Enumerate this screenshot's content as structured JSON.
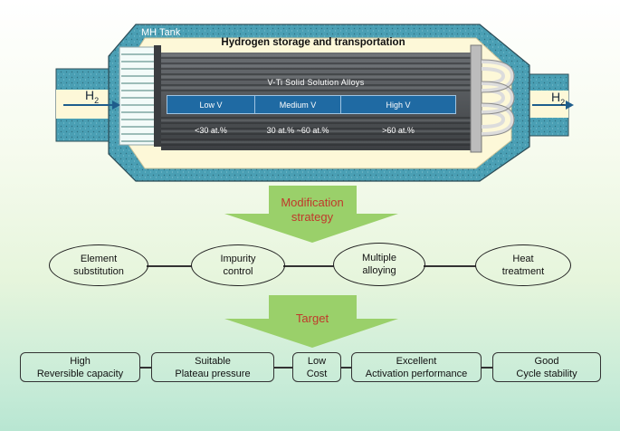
{
  "tank": {
    "label": "MH Tank",
    "title": "Hydrogen storage and transportation",
    "alloy_title": "V-Ti Solid Solution Alloys",
    "bands": [
      {
        "label": "Low V",
        "range": "<30 at.%"
      },
      {
        "label": "Medium V",
        "range": "30 at.% ~60 at.%"
      },
      {
        "label": "High V",
        "range": ">60 at.%"
      }
    ],
    "inlet": {
      "symbol": "H",
      "sub": "2"
    },
    "outlet": {
      "symbol": "H",
      "sub": "2"
    }
  },
  "arrow1": {
    "line1": "Modification",
    "line2": "strategy"
  },
  "strategies": [
    {
      "line1": "Element",
      "line2": "substitution"
    },
    {
      "line1": "Impurity",
      "line2": "control"
    },
    {
      "line1": "Multiple",
      "line2": "alloying"
    },
    {
      "line1": "Heat",
      "line2": "treatment"
    }
  ],
  "arrow2": {
    "label": "Target"
  },
  "targets": [
    {
      "line1": "High",
      "line2": "Reversible capacity"
    },
    {
      "line1": "Suitable",
      "line2": "Plateau pressure"
    },
    {
      "line1": "Low",
      "line2": "Cost"
    },
    {
      "line1": "Excellent",
      "line2": "Activation performance"
    },
    {
      "line1": "Good",
      "line2": "Cycle stability"
    }
  ],
  "colors": {
    "tank_shell": "#4a9fb4",
    "tank_inner": "#fdf8d8",
    "tubes": "#4f5255",
    "band": "#1f6aa3",
    "arrow": "#9ad06a",
    "accent_text": "#c0392b"
  }
}
